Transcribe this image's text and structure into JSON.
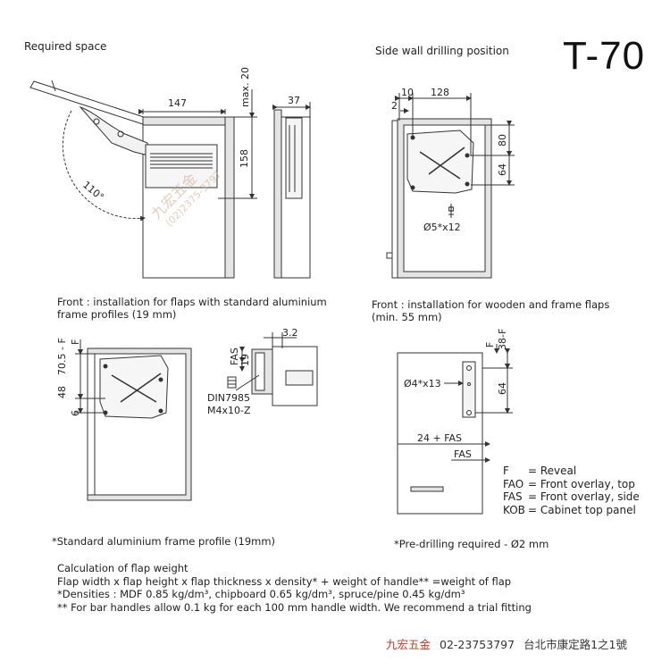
{
  "headings": {
    "required_space": "Required space",
    "side_wall": "Side wall drilling position",
    "model": "T-70"
  },
  "dims": {
    "d147": "147",
    "d37": "37",
    "max20": "max. 20",
    "d158": "158",
    "angle": "110°",
    "d10": "10",
    "d128": "128",
    "d2": "2",
    "d80": "80",
    "d64a": "64",
    "hole5": "Ø5*x12",
    "f1": "F",
    "d70": "70.5 - F",
    "d48": "48",
    "d6": "6",
    "fas1": "FAS",
    "d19": "19",
    "d32": "3.2",
    "screw1": "DIN7985",
    "screw2": "M4x10-Z",
    "f2": "F",
    "d38": "38-F",
    "hole4": "Ø4*x13",
    "d64b": "64",
    "fas24": "24 + FAS",
    "fas2": "FAS"
  },
  "captions": {
    "front_alu_1": "Front : installation for flaps with standard aluminium",
    "front_alu_2": "frame profiles (19 mm)",
    "front_wood_1": "Front : installation for wooden and frame flaps",
    "front_wood_2": "(min. 55 mm)",
    "alu_note": "*Standard aluminium frame profile (19mm)",
    "predrill_note": "*Pre-drilling required - Ø2 mm"
  },
  "legend": [
    {
      "key": "F",
      "value": "= Reveal"
    },
    {
      "key": "FAO",
      "value": "= Front overlay, top"
    },
    {
      "key": "FAS",
      "value": "= Front overlay, side"
    },
    {
      "key": "KOB",
      "value": "= Cabinet top panel"
    }
  ],
  "weight": {
    "title": "Calculation of flap weight",
    "formula": "Flap width x flap height x flap thickness x density* + weight of handle** =weight of flap",
    "densities": "*Densities : MDF 0.85 kg/dm³, chipboard 0.65 kg/dm³, spruce/pine 0.45 kg/dm³",
    "handles": "** For bar handles allow 0.1 kg for each 100 mm handle width. We recommend a trial fitting"
  },
  "watermark": {
    "brand": "九宏五金",
    "phone": "(02)2375-3797"
  },
  "footer": {
    "brand": "九宏五金",
    "phone": "02-23753797",
    "address": "台北市康定路1之1號"
  },
  "colors": {
    "line": "#333333",
    "panel": "#d8d8d8",
    "watermark": "#c9a58a",
    "brand": "#c0392b"
  }
}
